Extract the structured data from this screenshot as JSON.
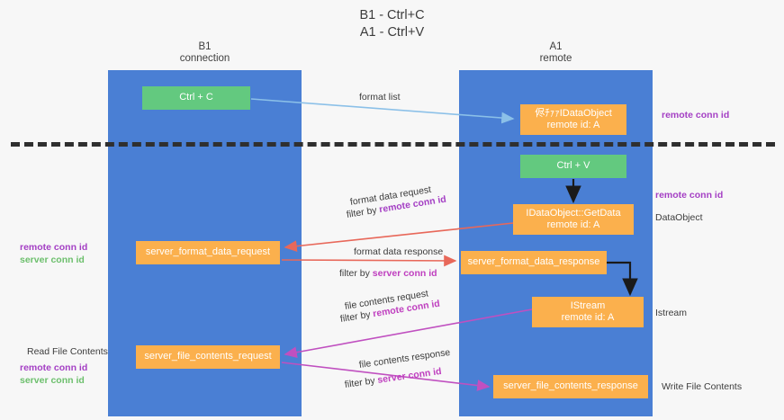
{
  "title": {
    "line1": "B1 - Ctrl+C",
    "line2": "A1 - Ctrl+V"
  },
  "lanes": [
    {
      "id": "b1",
      "name": "B1",
      "role": "connection",
      "color": "#4a7fd4"
    },
    {
      "id": "a1",
      "name": "A1",
      "role": "remote",
      "color": "#4a7fd4"
    }
  ],
  "boxes": {
    "ctrl_c": {
      "label": "Ctrl + C",
      "color": "#63c97f"
    },
    "ctrl_v": {
      "label": "Ctrl + V",
      "color": "#63c97f"
    },
    "idataobject": {
      "line1": "侭ﾁｧｧIDataObject",
      "line2": "remote id: A",
      "color": "#fbb04d"
    },
    "getdata": {
      "line1": "IDataObject::GetData",
      "line2": "remote id: A",
      "color": "#fbb04d"
    },
    "istream": {
      "line1": "IStream",
      "line2": "remote id: A",
      "color": "#fbb04d"
    },
    "server_format_data_request": {
      "label": "server_format_data_request",
      "color": "#fbb04d"
    },
    "server_format_data_response": {
      "label": "server_format_data_response",
      "color": "#fbb04d"
    },
    "server_file_contents_request": {
      "label": "server_file_contents_request",
      "color": "#fbb04d"
    },
    "server_file_contents_response": {
      "label": "server_file_contents_response",
      "color": "#fbb04d"
    }
  },
  "arrow_labels": {
    "format_list": "format list",
    "format_data_request": "format data request",
    "format_data_request_filter_prefix": "filter by ",
    "format_data_request_filter_key": "remote conn id",
    "format_data_response": "format data response",
    "format_data_response_filter_prefix": "filter by ",
    "format_data_response_filter_key": "server conn id",
    "file_contents_request": "file contents request",
    "file_contents_request_filter_prefix": "filter by ",
    "file_contents_request_filter_key": "remote conn id",
    "file_contents_response": "file contents response",
    "file_contents_response_filter_prefix": "filter by ",
    "file_contents_response_filter_key": "server conn id"
  },
  "annotations": {
    "right_remote_conn_id_top": "remote conn id",
    "right_remote_conn_id_mid": "remote conn id",
    "dataobject": "DataObject",
    "istream": "Istream",
    "write_file_contents": "Write File Contents",
    "left_remote_conn_id": "remote conn id",
    "left_server_conn_id": "server conn id",
    "read_file_contents": "Read File Contents",
    "left_remote_conn_id_2": "remote conn id",
    "left_server_conn_id_2": "server conn id"
  },
  "colors": {
    "lane": "#4a7fd4",
    "green_box": "#63c97f",
    "orange_box": "#fbb04d",
    "purple_text": "#a43fc4",
    "magenta_text": "#bf3fbf",
    "green_text": "#6cbf6c",
    "red_arrow": "#e8685a",
    "blue_arrow": "#8bc0e8",
    "magenta_arrow": "#c050c0",
    "black_arrow": "#1a1a1a",
    "divider": "#2f2f2f",
    "background": "#f7f7f7"
  }
}
